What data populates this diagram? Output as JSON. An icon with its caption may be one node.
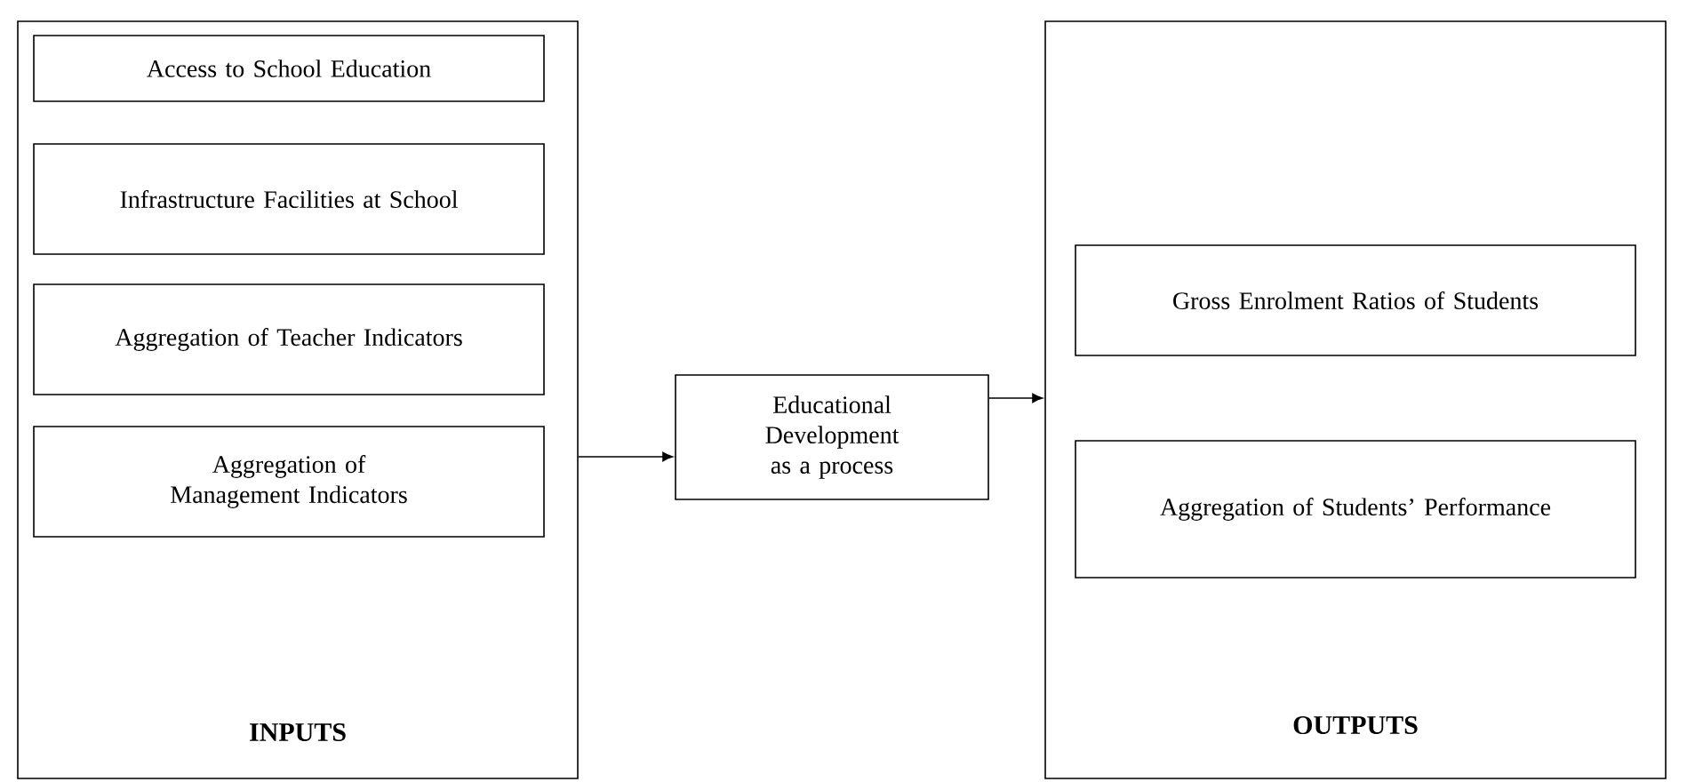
{
  "diagram": {
    "nodes": [
      {
        "text": [
          "INPUTS"
        ]
      },
      {
        "text": [
          "Access to School Education"
        ],
        "in": 0
      },
      {
        "text": [
          "Infrastructure Facilities at School"
        ],
        "in": 0
      },
      {
        "text": [
          "Aggregation of Teacher Indicators"
        ],
        "in": 0
      },
      {
        "text": [
          "Aggregation of Management Indicators"
        ],
        "in": 0
      },
      {
        "text": [
          "Educational Development as a process"
        ]
      },
      {
        "text": [
          "OUTPUTS"
        ]
      },
      {
        "text": [
          "Gross Enrolment Ratios of Students"
        ],
        "in": 6
      },
      {
        "text": [
          "Aggregation of Students’ Performance"
        ],
        "in": 6
      }
    ],
    "edges": [
      {
        "from": 0,
        "to": 5,
        "arrow": "to"
      },
      {
        "from": 5,
        "to": 6,
        "arrow": "to"
      }
    ]
  }
}
